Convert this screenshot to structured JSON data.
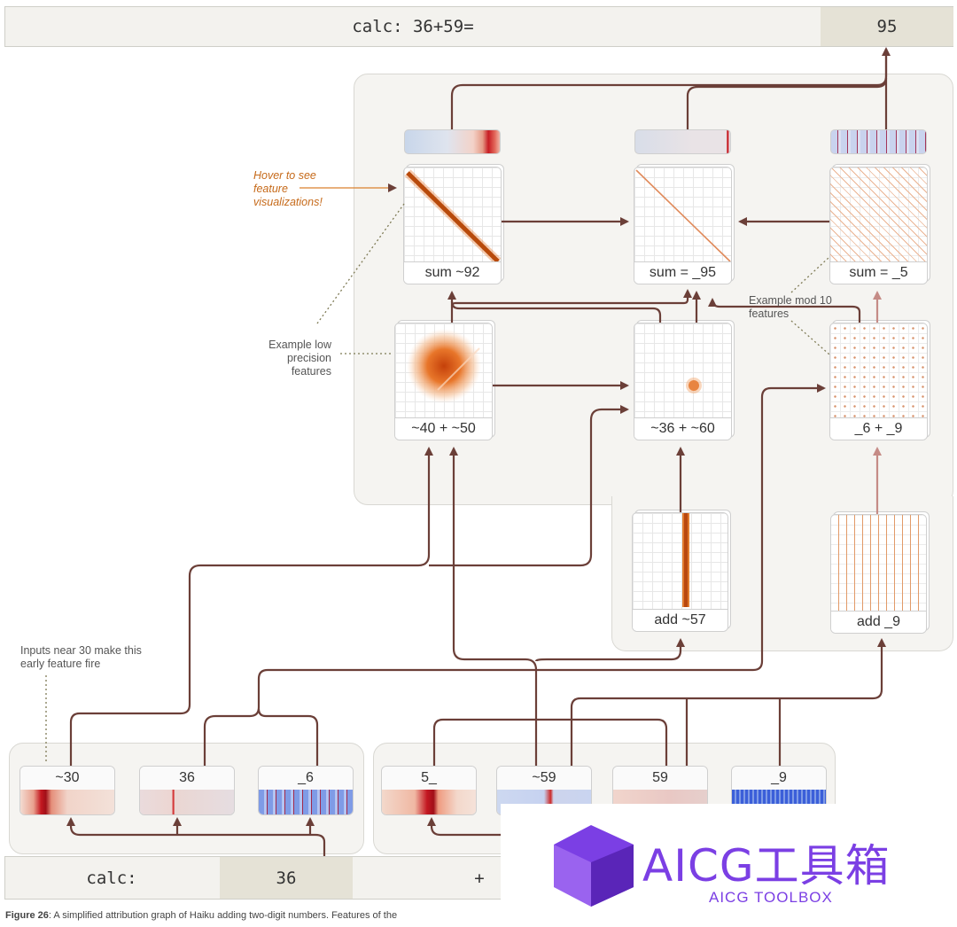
{
  "output_bar": {
    "prompt": "calc: 36+59=",
    "answer": "95"
  },
  "input_bar": {
    "prefix": "calc:",
    "token1": "36",
    "token2": "+"
  },
  "feature_nodes": {
    "sum_92": "sum ~92",
    "sum_95": "sum = _95",
    "sum_5": "sum = _5",
    "lp_40_50": "~40 + ~50",
    "lp_36_60": "~36 + ~60",
    "mod_6_9": "_6 + _9",
    "add_57": "add ~57",
    "add_9": "add _9"
  },
  "input_tokens": {
    "t30": "~30",
    "t36": "36",
    "t6": "_6",
    "t5": "5_",
    "t59a": "~59",
    "t59": "59",
    "t9": "_9"
  },
  "annotations": {
    "hover": "Hover to see feature visualizations!",
    "low_precision": "Example low precision features",
    "mod10": "Example mod 10 features",
    "inputs_near_30": "Inputs near 30 make this early feature fire"
  },
  "caption": {
    "label": "Figure 26",
    "text": ": A simplified attribution graph of Haiku adding two-digit numbers. Features of the"
  },
  "watermark": {
    "title": "AICG工具箱",
    "subtitle": "AICG TOOLBOX"
  },
  "colors": {
    "wire": "#6b3f38",
    "wire_light": "#c58b86",
    "accent_orange": "#d9661c",
    "watermark_purple": "#7b3fe4"
  }
}
